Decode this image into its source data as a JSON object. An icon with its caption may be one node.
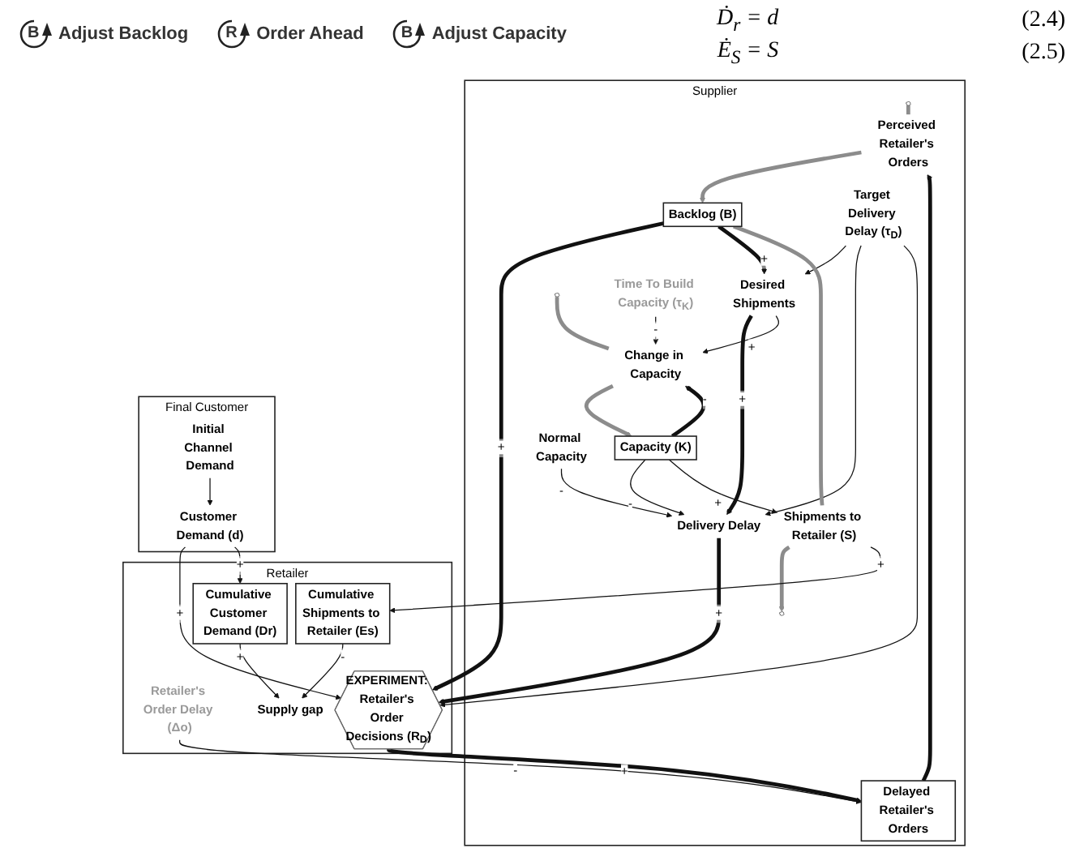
{
  "diagram": {
    "nodes": [
      {
        "text": [
          "Supplier"
        ]
      },
      {
        "text": [],
        "shape": "cloud",
        "in": 0
      },
      {
        "text": [
          "Delayed Retailer's Orders"
        ],
        "in": 0
      },
      {
        "text": [
          "Perceived Retailer's Orders"
        ],
        "in": 0
      },
      {
        "text": [
          "Backlog (B)"
        ],
        "in": 0
      },
      {
        "text": [
          "Target Delivery Delay (τ$_{D}$)"
        ],
        "in": 0
      },
      {
        "text": [
          "Desired Shipments"
        ],
        "in": 0
      },
      {
        "text": [],
        "shape": "cloud",
        "in": 0
      },
      {
        "text": [
          "Time To Build Capacity (τ$_{K}$)"
        ],
        "in": 0
      },
      {
        "text": [
          "Delivery Delay"
        ],
        "in": 0
      },
      {
        "text": [
          "Change in Capacity"
        ],
        "in": 0
      },
      {
        "text": [
          "Shipments to Retailer (S)"
        ],
        "in": 0
      },
      {
        "text": [
          "Capacity (K)"
        ],
        "in": 0
      },
      {
        "text": [
          "Normal Capacity"
        ],
        "in": 0
      },
      {
        "text": [],
        "shape": "cloud",
        "in": 0
      },
      {
        "text": [
          "Retailer"
        ]
      },
      {
        "text": [
          "Retailer's Order Delay (Δo)"
        ],
        "in": 15
      },
      {
        "text": [
          "EXPERIMENT: Retailer's Order Decisions (R$_{D}$)"
        ],
        "in": 15
      },
      {
        "text": [
          "Supply gap"
        ],
        "in": 15
      },
      {
        "text": [
          "Cumulative Shipments to Retailer (Es)"
        ],
        "in": 15
      },
      {
        "text": [
          "Cumulative Customer Demand (Dr)"
        ],
        "in": 15
      },
      {
        "text": [
          "Final Customer"
        ]
      },
      {
        "text": [
          "Initial Channel Demand"
        ],
        "in": 21
      },
      {
        "text": [
          "Customer Demand (d)"
        ],
        "in": 21
      }
    ],
    "edges": [
      {
        "from": 1,
        "to": 3,
        "arrow": "none",
        "style": "thick",
        "color": "#8c8c8c"
      },
      {
        "from": 3,
        "to": 4,
        "arrow": "to",
        "style": "thick",
        "color": "#8c8c8c"
      },
      {
        "from": 2,
        "to": 3,
        "arrow": "to",
        "style": "thick"
      },
      {
        "from": 16,
        "to": 2,
        "arrow": "to",
        "label": "-"
      },
      {
        "from": 17,
        "to": 2,
        "arrow": "to",
        "label": "+",
        "style": "thick"
      },
      {
        "from": 4,
        "to": 17,
        "arrow": "to",
        "label": "+",
        "style": "thick"
      },
      {
        "from": 4,
        "to": 6,
        "arrow": "to",
        "label": "+",
        "style": "thick"
      },
      {
        "from": 5,
        "to": 6,
        "arrow": "to"
      },
      {
        "from": 5,
        "to": 9,
        "arrow": "to"
      },
      {
        "from": 5,
        "to": 17,
        "arrow": "to"
      },
      {
        "from": 6,
        "to": 9,
        "arrow": "to",
        "label": "+",
        "style": "thick"
      },
      {
        "from": 6,
        "to": 10,
        "arrow": "to",
        "label": "+"
      },
      {
        "from": 8,
        "to": 10,
        "arrow": "to",
        "label": "-"
      },
      {
        "from": 7,
        "to": 10,
        "arrow": "none",
        "style": "thick",
        "color": "#8c8c8c"
      },
      {
        "from": 10,
        "to": 12,
        "arrow": "to",
        "style": "thick",
        "color": "#8c8c8c"
      },
      {
        "from": 12,
        "to": 10,
        "arrow": "to",
        "label": "-",
        "style": "thick"
      },
      {
        "from": 12,
        "to": 9,
        "arrow": "to",
        "label": "-"
      },
      {
        "from": 13,
        "to": 9,
        "arrow": "to",
        "label": "-"
      },
      {
        "from": 9,
        "to": 17,
        "arrow": "to",
        "label": "+",
        "style": "thick"
      },
      {
        "from": 4,
        "to": 11,
        "arrow": "none",
        "style": "thick",
        "color": "#8c8c8c"
      },
      {
        "from": 11,
        "to": 14,
        "arrow": "to",
        "style": "thick",
        "color": "#8c8c8c"
      },
      {
        "from": 12,
        "to": 11,
        "arrow": "to",
        "label": "+"
      },
      {
        "from": 11,
        "to": 19,
        "arrow": "to",
        "label": "+"
      },
      {
        "from": 19,
        "to": 18,
        "arrow": "to",
        "label": "-"
      },
      {
        "from": 20,
        "to": 18,
        "arrow": "to",
        "label": "+"
      },
      {
        "from": 22,
        "to": 23,
        "arrow": "to"
      },
      {
        "from": 23,
        "to": 17,
        "arrow": "to",
        "label": "+"
      },
      {
        "from": 23,
        "to": 20,
        "arrow": "to",
        "label": "+"
      }
    ],
    "labels": [
      "Ḋ$_{r}$ = d",
      "(2.4)",
      "Ė$_{S}$ = S",
      "(2.5)",
      "B",
      "Adjust Backlog",
      "R",
      "Order Ahead",
      "B",
      "Adjust Capacity"
    ]
  }
}
